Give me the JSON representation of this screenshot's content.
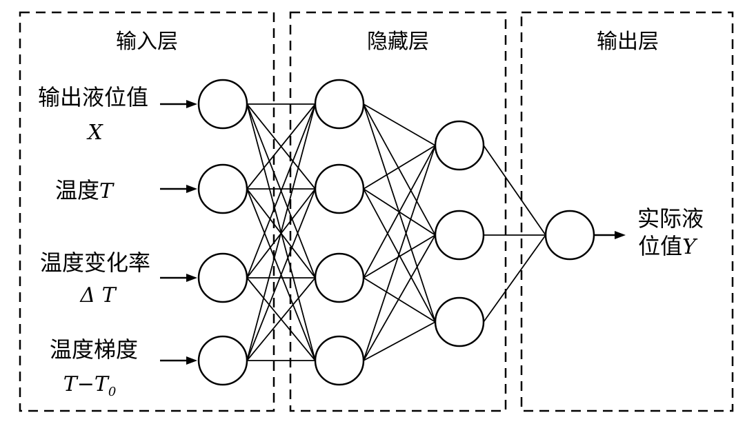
{
  "sections": {
    "input": "输入层",
    "hidden": "隐藏层",
    "output": "输出层"
  },
  "inputs": [
    {
      "name": "输出液位值",
      "symbol": "X"
    },
    {
      "name": "温度",
      "symbol": "T"
    },
    {
      "name": "温度变化率",
      "symbol": "Δ T"
    },
    {
      "name": "温度梯度",
      "symbol": "T−T",
      "subscript": "0"
    }
  ],
  "output": {
    "line1": "实际液",
    "line2": "位值",
    "symbol": "Y"
  },
  "network": {
    "layer_sizes": [
      4,
      4,
      3,
      1
    ],
    "connections": "fully-connected"
  }
}
